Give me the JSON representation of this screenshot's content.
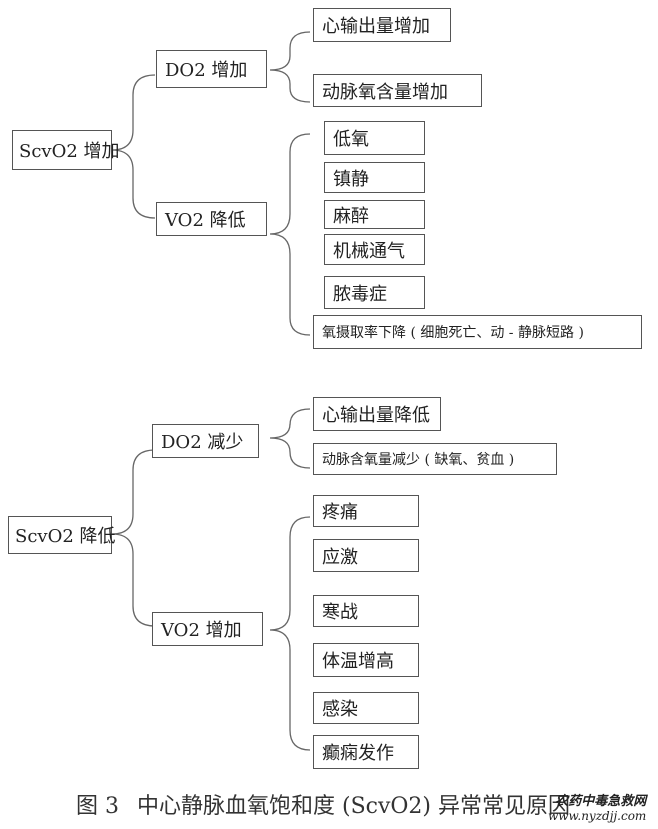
{
  "diagram": {
    "top": {
      "root": "ScvO2 增加",
      "branches": [
        {
          "label": "DO2 增加",
          "children": [
            "心输出量增加",
            "动脉氧含量增加"
          ]
        },
        {
          "label": "VO2 降低",
          "children": [
            "低氧",
            "镇静",
            "麻醉",
            "机械通气",
            "脓毒症",
            "氧摄取率下降 ( 细胞死亡、动 - 静脉短路 )"
          ]
        }
      ]
    },
    "bottom": {
      "root": "ScvO2 降低",
      "branches": [
        {
          "label": "DO2 减少",
          "children": [
            "心输出量降低",
            "动脉含氧量减少 ( 缺氧、贫血 )"
          ]
        },
        {
          "label": "VO2 增加",
          "children": [
            "疼痛",
            "应激",
            "寒战",
            "体温增高",
            "感染",
            "癫痫发作"
          ]
        }
      ]
    }
  },
  "caption": {
    "figure": "图 3",
    "text": "中心静脉血氧饱和度 (ScvO2) 异常常见原因"
  },
  "watermark": {
    "line1": "农药中毒急救网",
    "line2": "www.nyzdjj.com"
  }
}
